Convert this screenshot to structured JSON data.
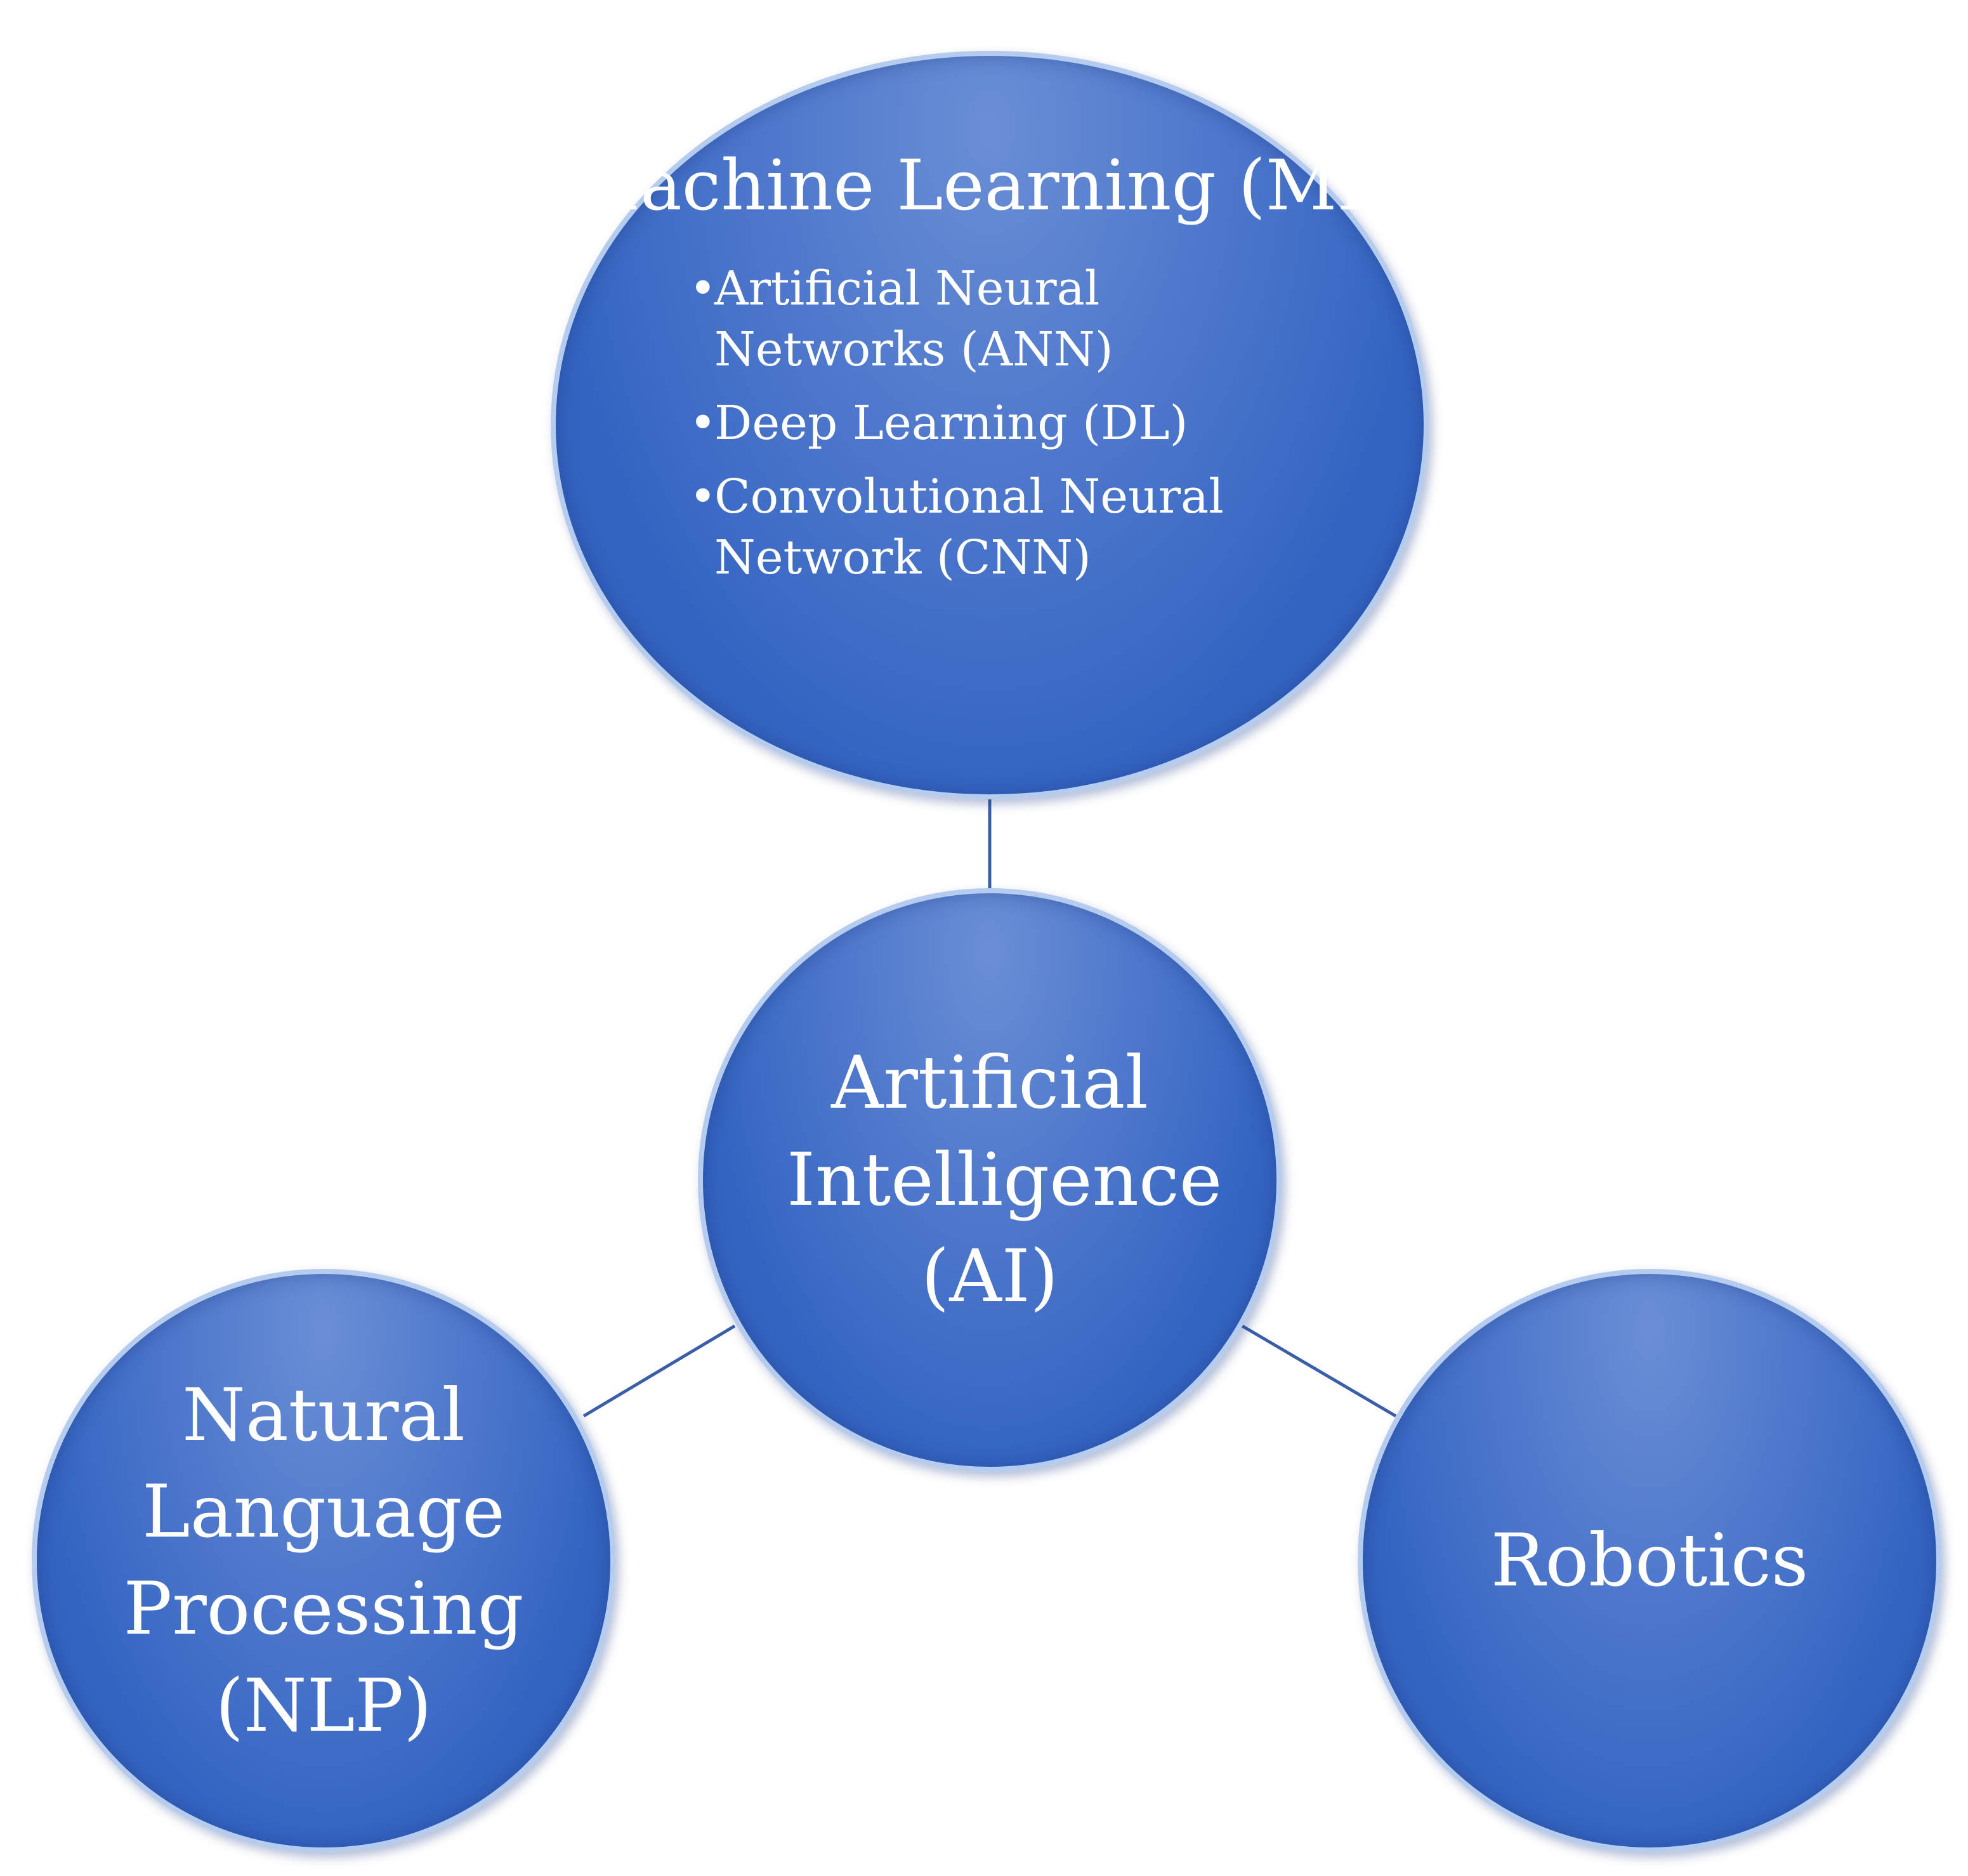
{
  "diagram": {
    "center": {
      "title": "Artificial Intelligence (AI)"
    },
    "branches": [
      {
        "title": "Machine Learning (ML)",
        "items": [
          "Artificial Neural Networks (ANN)",
          "Deep Learning (DL)",
          "Convolutional Neural Network (CNN)"
        ]
      },
      {
        "title": "Natural Language Processing (NLP)"
      },
      {
        "title": "Robotics"
      }
    ]
  },
  "colors": {
    "node_fill": "#3565c2",
    "node_highlight": "#6a8ed6",
    "node_rim": "#b6ccef",
    "connector": "#3a5ea8",
    "text": "#ffffff"
  }
}
